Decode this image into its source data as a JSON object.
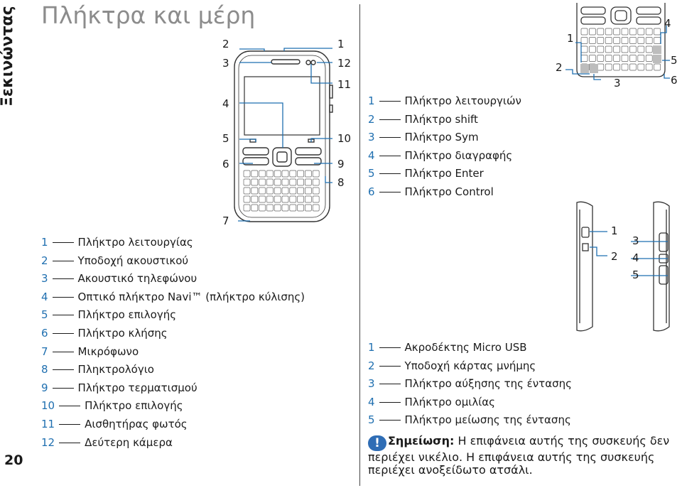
{
  "side_title": "Ξεκινώντας",
  "title": "Πλήκτρα και μέρη",
  "page_number": "20",
  "front": {
    "callouts": [
      "2",
      "3",
      "4",
      "5",
      "6",
      "7",
      "1",
      "12",
      "11",
      "10",
      "9",
      "8"
    ],
    "items": [
      {
        "n": "1",
        "label": "Πλήκτρο λειτουργίας"
      },
      {
        "n": "2",
        "label": "Υποδοχή ακουστικού"
      },
      {
        "n": "3",
        "label": "Ακουστικό τηλεφώνου"
      },
      {
        "n": "4",
        "label": "Οπτικό πλήκτρο Navi™ (πλήκτρο κύλισης)"
      },
      {
        "n": "5",
        "label": "Πλήκτρο επιλογής"
      },
      {
        "n": "6",
        "label": "Πλήκτρο κλήσης"
      },
      {
        "n": "7",
        "label": "Μικρόφωνο"
      },
      {
        "n": "8",
        "label": "Πληκτρολόγιο"
      },
      {
        "n": "9",
        "label": "Πλήκτρο τερματισμού"
      },
      {
        "n": "10",
        "label": "Πλήκτρο επιλογής"
      },
      {
        "n": "11",
        "label": "Αισθητήρας φωτός"
      },
      {
        "n": "12",
        "label": "Δεύτερη κάμερα"
      }
    ]
  },
  "keyboard": {
    "callouts": [
      "1",
      "2",
      "3",
      "4",
      "5",
      "6"
    ],
    "items": [
      {
        "n": "1",
        "label": "Πλήκτρο λειτουργιών"
      },
      {
        "n": "2",
        "label": "Πλήκτρο shift"
      },
      {
        "n": "3",
        "label": "Πλήκτρο Sym"
      },
      {
        "n": "4",
        "label": "Πλήκτρο διαγραφής"
      },
      {
        "n": "5",
        "label": "Πλήκτρο Enter"
      },
      {
        "n": "6",
        "label": "Πλήκτρο Control"
      }
    ]
  },
  "sides": {
    "callouts": [
      "1",
      "2",
      "3",
      "4",
      "5"
    ],
    "items": [
      {
        "n": "1",
        "label": "Ακροδέκτης Micro USB"
      },
      {
        "n": "2",
        "label": "Υποδοχή κάρτας μνήμης"
      },
      {
        "n": "3",
        "label": "Πλήκτρο αύξησης της έντασης"
      },
      {
        "n": "4",
        "label": "Πλήκτρο ομιλίας"
      },
      {
        "n": "5",
        "label": "Πλήκτρο μείωσης της έντασης"
      }
    ]
  },
  "note": {
    "icon": "info-icon",
    "label": "Σημείωση:",
    "text": "Η επιφάνεια αυτής της συσκευής δεν περιέχει νικέλιο. Η επιφάνεια αυτής της συσκευής περιέχει ανοξείδωτο ατσάλι."
  }
}
